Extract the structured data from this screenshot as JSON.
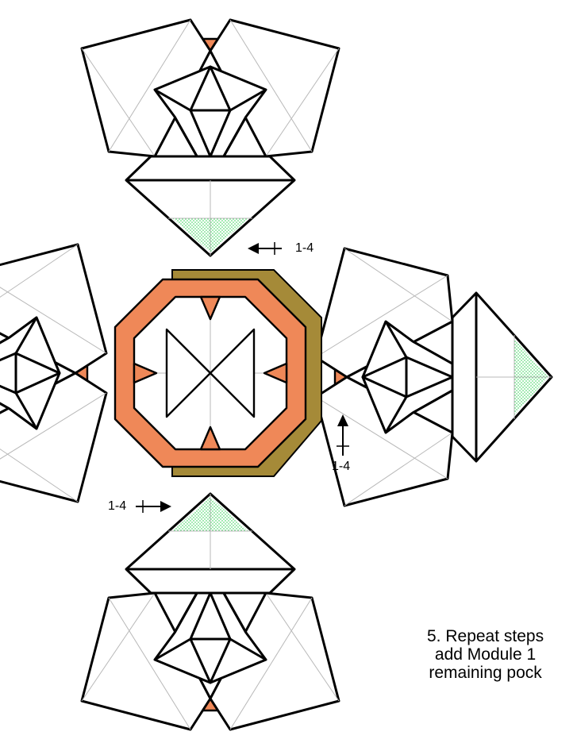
{
  "arrows": [
    {
      "id": "arrow-top",
      "label": "1-4",
      "direction": "left"
    },
    {
      "id": "arrow-right",
      "label": "1-4",
      "direction": "up"
    },
    {
      "id": "arrow-bottom",
      "label": "1-4",
      "direction": "right"
    }
  ],
  "instruction": {
    "line1": "5. Repeat steps",
    "line2": "add Module 1",
    "line3": "remaining pock"
  },
  "colors": {
    "paper": "#ffffff",
    "outline": "#000000",
    "fold_line": "#b8b8b8",
    "orange_layer": "#ef8858",
    "olive_layer": "#a58a38",
    "dotted_region": "#39d35a"
  }
}
